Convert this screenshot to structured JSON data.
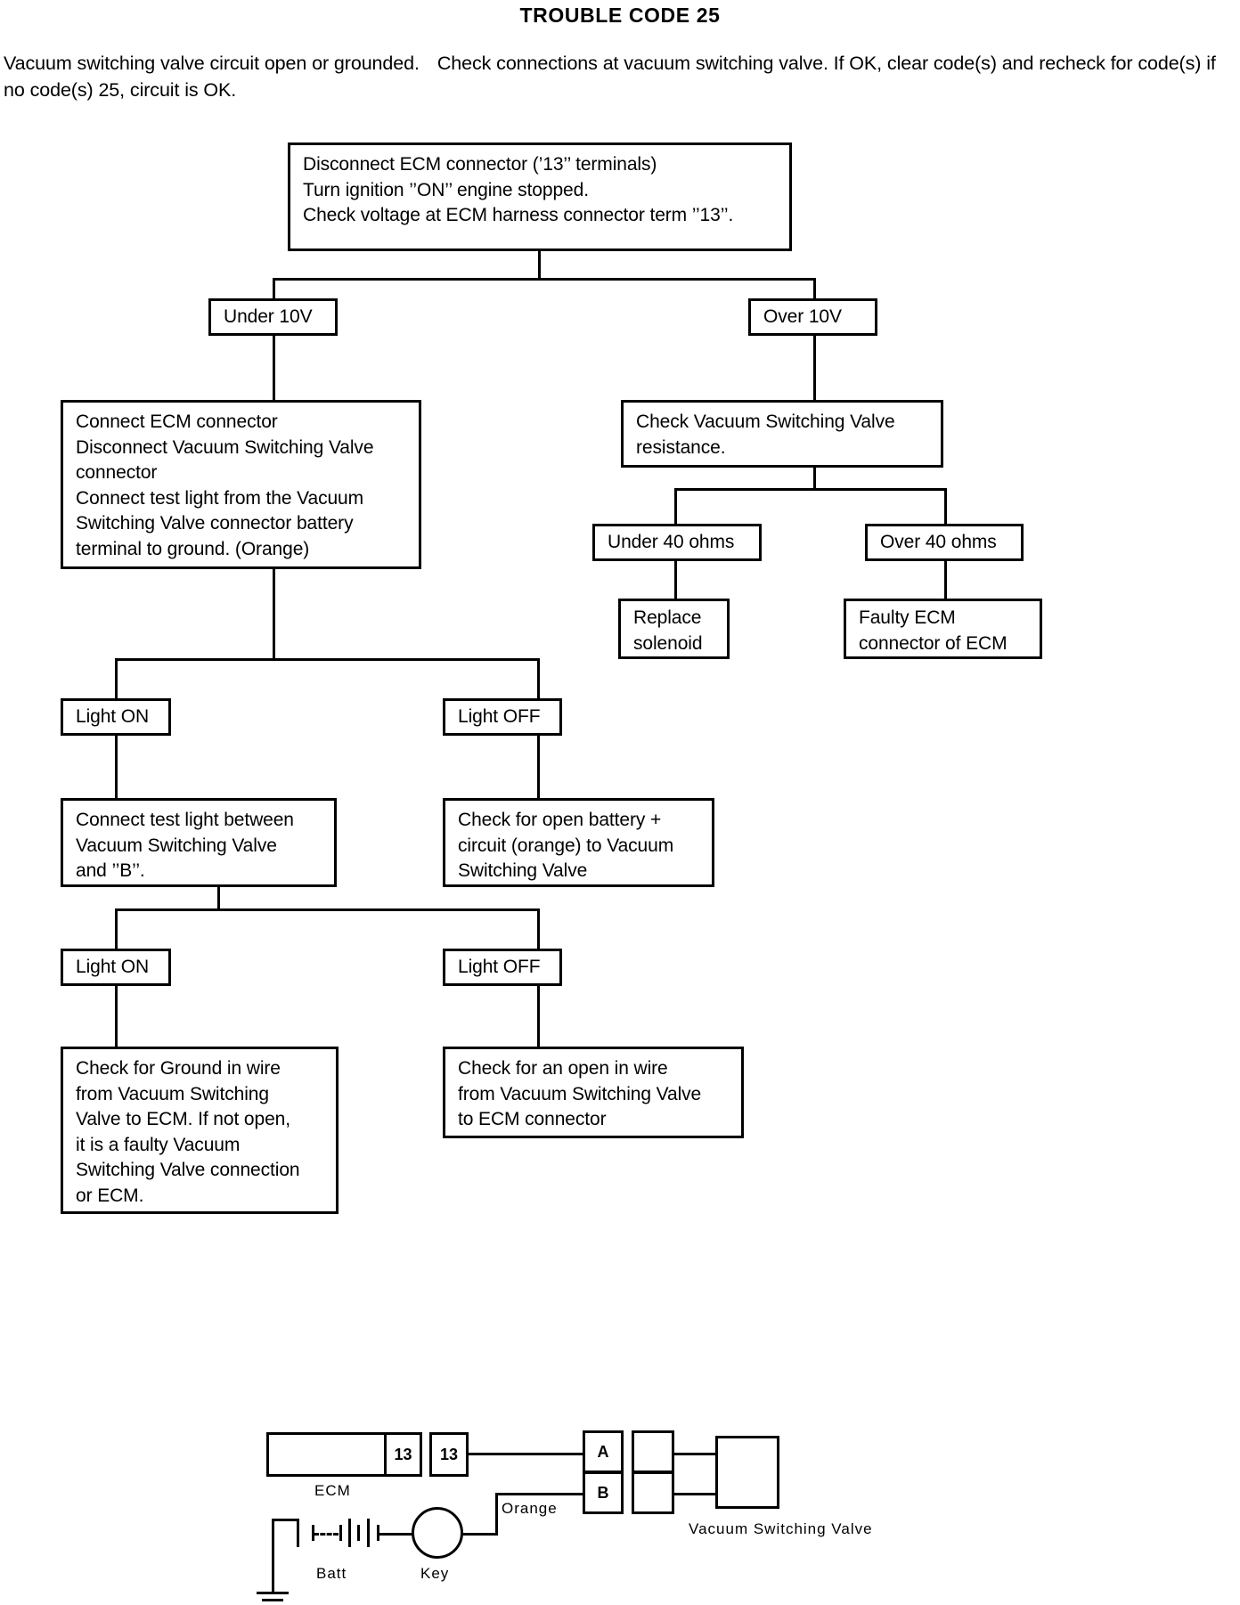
{
  "header": {
    "title": "TROUBLE CODE 25",
    "intro_part1": "Vacuum switching valve circuit open or grounded.",
    "intro_part2": "Check connections at vacuum switching valve. If OK, clear code(s)",
    "intro_part3": "and recheck for code(s) if no code(s) 25, circuit is OK."
  },
  "flow": {
    "start": {
      "line1": "Disconnect ECM connector (’13’’ terminals)",
      "line2": "Turn ignition ’’ON’’ engine stopped.",
      "line3": "Check voltage at ECM harness connector term ’’13’’."
    },
    "under_10v": "Under 10V",
    "over_10v": "Over 10V",
    "connect_ecm": {
      "line1": "Connect ECM connector",
      "line2": "Disconnect Vacuum Switching Valve",
      "line3": "connector",
      "line4": "Connect test light from the Vacuum",
      "line5": "Switching Valve connector battery",
      "line6": "terminal to ground. (Orange)"
    },
    "check_resistance": {
      "line1": "Check Vacuum Switching Valve",
      "line2": "resistance."
    },
    "under_40_ohms": "Under 40 ohms",
    "over_40_ohms": "Over 40 ohms",
    "replace_solenoid": {
      "line1": "Replace",
      "line2": "solenoid"
    },
    "faulty_ecm": {
      "line1": "Faulty ECM",
      "line2": "connector of ECM"
    },
    "light_on_1": "Light ON",
    "light_off_1": "Light OFF",
    "connect_test_light": {
      "line1": "Connect test light between",
      "line2": "Vacuum Switching Valve",
      "line3": "and ’’B’’."
    },
    "check_open_battery": {
      "line1": "Check for open battery  +",
      "line2": "circuit (orange) to Vacuum",
      "line3": "Switching Valve"
    },
    "light_on_2": "Light ON",
    "light_off_2": "Light OFF",
    "check_ground": {
      "line1": "Check for Ground in wire",
      "line2": "from Vacuum Switching",
      "line3": "Valve to ECM. If not open,",
      "line4": "it is a faulty Vacuum",
      "line5": "Switching Valve connection",
      "line6": "or ECM."
    },
    "check_open_wire": {
      "line1": "Check for an open in wire",
      "line2": "from Vacuum Switching Valve",
      "line3": "to ECM connector"
    }
  },
  "schematic": {
    "ecm_label": "ECM",
    "ecm_terminal": "13",
    "harness_terminal": "13",
    "pin_a": "A",
    "pin_b": "B",
    "orange_label": "Orange",
    "batt_label": "Batt",
    "key_label": "Key",
    "vsv_label": "Vacuum Switching Valve"
  }
}
